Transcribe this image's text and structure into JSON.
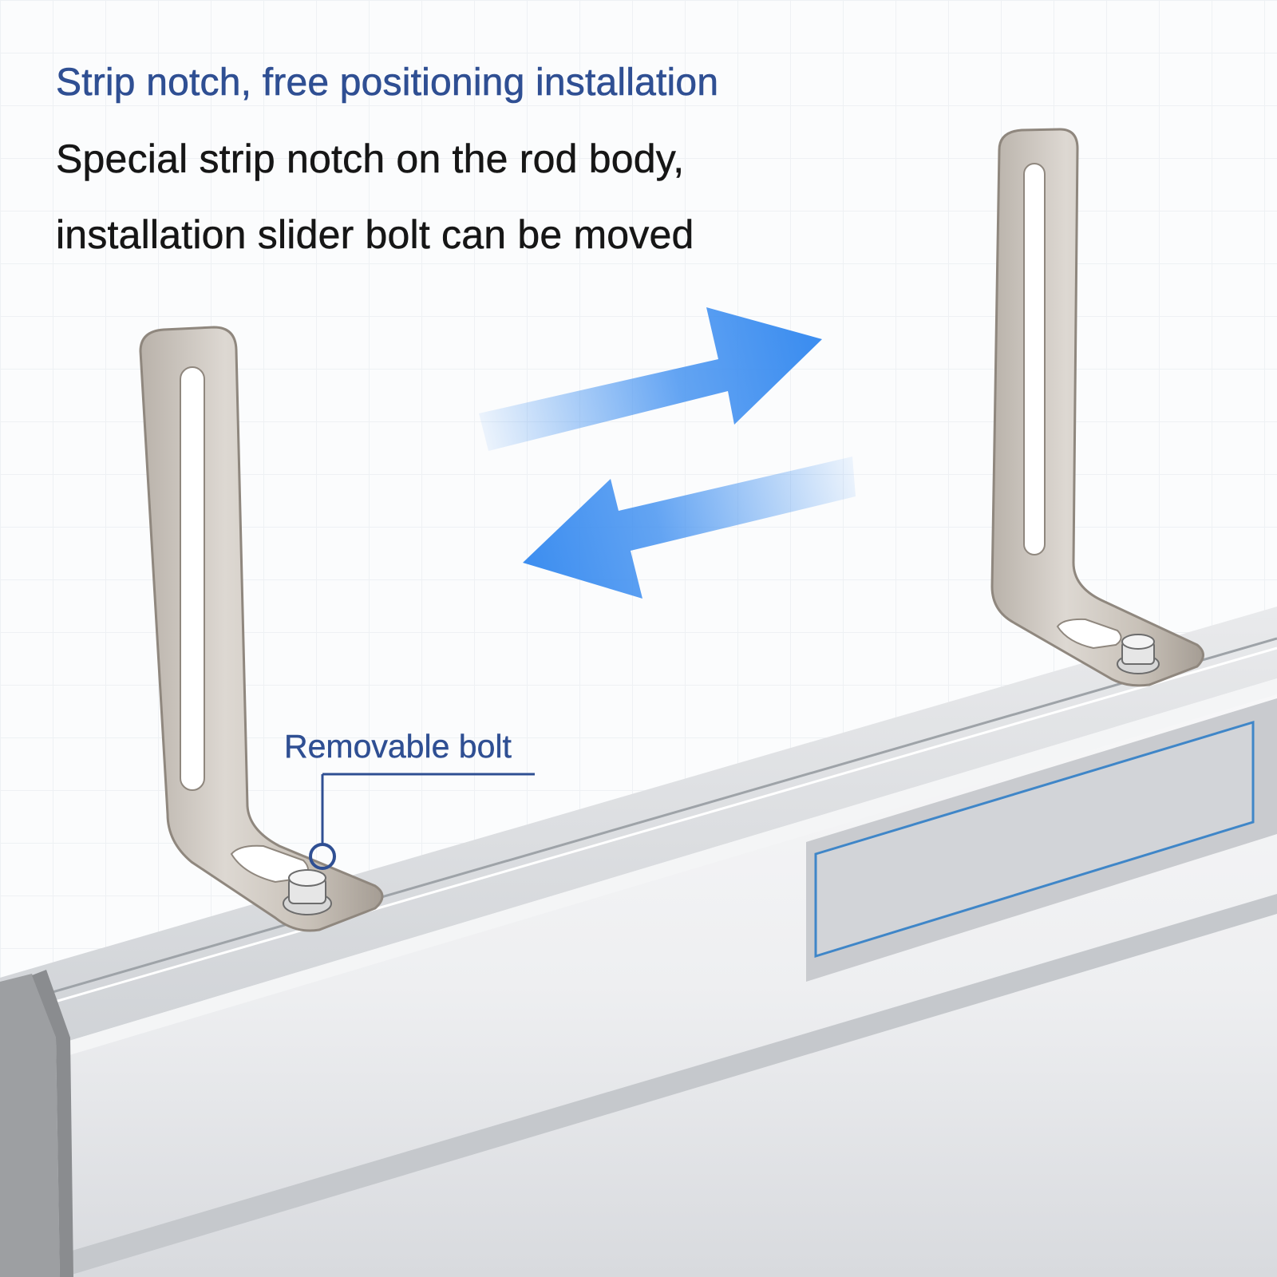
{
  "heading": "Strip notch, free positioning installation",
  "description": {
    "line1": "Special strip notch on the rod body,",
    "line2": "installation slider bolt can be moved"
  },
  "callout": {
    "label": "Removable bolt"
  },
  "colors": {
    "heading": "#2f4f93",
    "body_text": "#161616",
    "arrow": "#3d8ef0",
    "callout": "#2f4f93"
  }
}
